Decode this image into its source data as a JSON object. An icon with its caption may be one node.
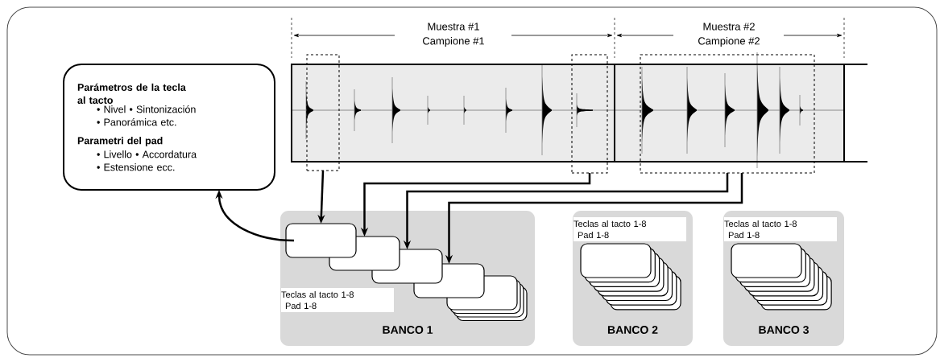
{
  "diagram": {
    "nodes": [
      {
        "text": [
          "Parámetros de la tecla al tacto",
          "• Nivel • Sintonización",
          "• Panorámica etc.",
          "Parametri del pad",
          "• Livello  • Accordatura",
          "• Estensione  ecc."
        ]
      },
      {
        "text": [],
        "shape": "picture"
      },
      {
        "text": [],
        "shape": "box"
      },
      {
        "text": [],
        "shape": "box"
      },
      {
        "text": [],
        "shape": "box"
      },
      {
        "text": [
          "Teclas al tacto 1-8",
          "Pad 1-8",
          "BANCO 1"
        ]
      },
      {
        "text": [],
        "shape": "box",
        "in": 5
      },
      {
        "text": [],
        "shape": "box",
        "in": 5
      },
      {
        "text": [],
        "shape": "box",
        "in": 5
      },
      {
        "text": [],
        "shape": "box",
        "in": 5
      },
      {
        "text": [
          "Teclas al tacto 1-8",
          "Pad 1-8",
          "BANCO 2"
        ]
      },
      {
        "text": [
          "Teclas al tacto 1-8",
          "Pad 1-8",
          "BANCO 3"
        ]
      }
    ],
    "edges": [
      {
        "from": 2,
        "to": 6,
        "arrow": "to"
      },
      {
        "from": 3,
        "to": 7,
        "arrow": "to"
      },
      {
        "from": 4,
        "to": 8,
        "arrow": "to"
      },
      {
        "from": 4,
        "to": 9,
        "arrow": "to"
      },
      {
        "from": 6,
        "to": 0,
        "arrow": "to"
      }
    ],
    "labels": [
      "Muestra #1",
      "Campione #1",
      "Muestra #2",
      "Campione #2"
    ]
  }
}
